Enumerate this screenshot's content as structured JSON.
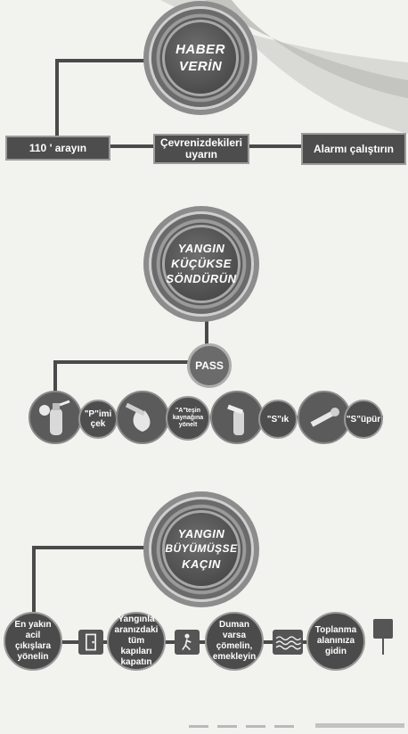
{
  "step1": {
    "title_line1": "HABER",
    "title_line2": "VERİN",
    "box_left": "110 ' arayın",
    "box_mid": "Çevrenizdekileri uyarın",
    "box_right": "Alarmı çalıştırın"
  },
  "step2": {
    "title_line1": "YANGIN",
    "title_line2": "KÜÇÜKSE",
    "title_line3": "SÖNDÜRÜN",
    "pass_label": "PASS",
    "steps": [
      {
        "label": "\"P\"imi çek"
      },
      {
        "label": "\"A\"teşin kaynağına yönelt"
      },
      {
        "label": "\"S\"ık"
      },
      {
        "label": "\"S\"üpür"
      }
    ]
  },
  "step3": {
    "title_line1": "YANGIN",
    "title_line2": "BÜYÜMÜŞSE",
    "title_line3": "KAÇIN",
    "items": [
      {
        "label": "En yakın acil çıkışlara yönelin"
      },
      {
        "label": "Yangınla aranızdaki tüm kapıları kapatın"
      },
      {
        "label": "Duman varsa çömelin, emekleyin"
      },
      {
        "label": "Toplanma alanınıza gidin"
      }
    ]
  },
  "icons": [
    "fire-extinguisher-icon",
    "exit-door-icon",
    "running-person-icon",
    "smoke-waves-icon",
    "assembly-point-icon"
  ],
  "colors": {
    "background": "#f2f2ef",
    "dark": "#4d4d4d",
    "accent_border": "#9c9c9c"
  }
}
